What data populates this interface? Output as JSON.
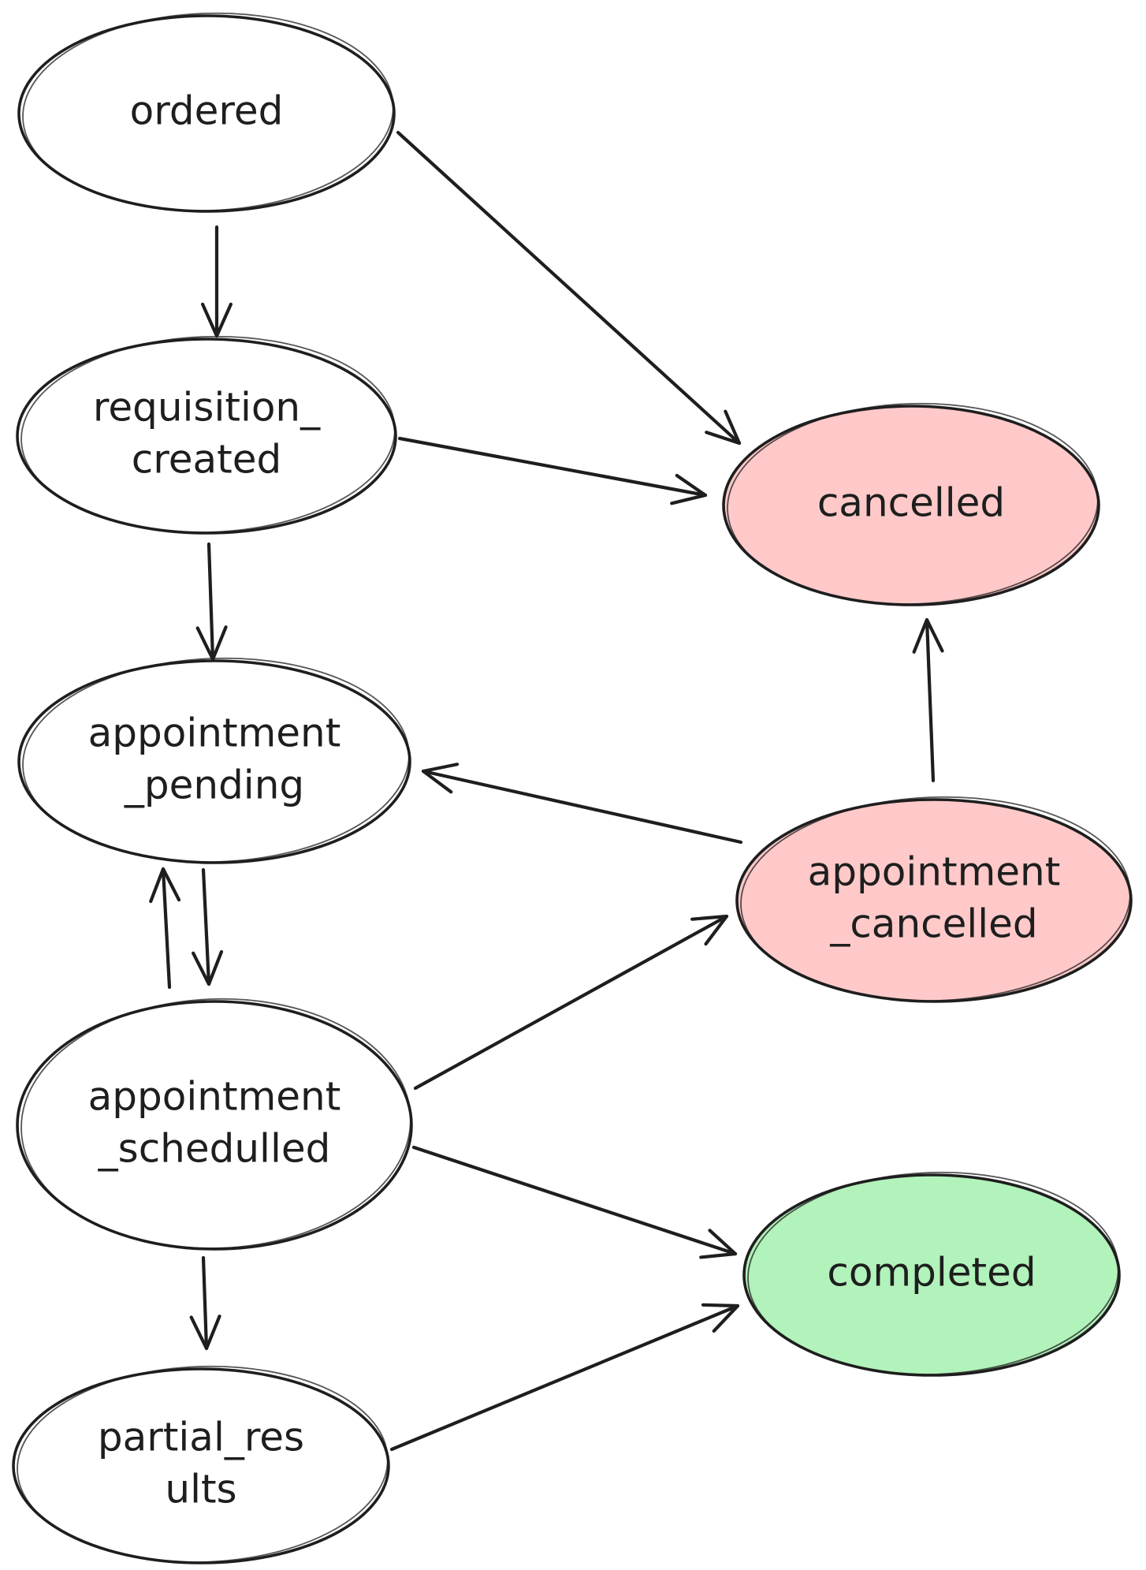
{
  "colors": {
    "stroke": "#1e1e1e",
    "default_fill": "#ffffff",
    "cancelled_fill": "#ffc9c9",
    "completed_fill": "#b2f2bb"
  },
  "nodes": [
    {
      "id": "ordered",
      "lines": [
        "ordered"
      ],
      "fill": "#ffffff"
    },
    {
      "id": "requisition_created",
      "lines": [
        "requisition_",
        "created"
      ],
      "fill": "#ffffff"
    },
    {
      "id": "appointment_pending",
      "lines": [
        "appointment",
        "_pending"
      ],
      "fill": "#ffffff"
    },
    {
      "id": "appointment_schedulled",
      "lines": [
        "appointment",
        "_schedulled"
      ],
      "fill": "#ffffff"
    },
    {
      "id": "partial_results",
      "lines": [
        "partial_res",
        "ults"
      ],
      "fill": "#ffffff"
    },
    {
      "id": "cancelled",
      "lines": [
        "cancelled"
      ],
      "fill": "#ffc9c9"
    },
    {
      "id": "appointment_cancelled",
      "lines": [
        "appointment",
        "_cancelled"
      ],
      "fill": "#ffc9c9"
    },
    {
      "id": "completed",
      "lines": [
        "completed"
      ],
      "fill": "#b2f2bb"
    }
  ],
  "edges": [
    {
      "from": "ordered",
      "to": "requisition_created"
    },
    {
      "from": "ordered",
      "to": "cancelled"
    },
    {
      "from": "requisition_created",
      "to": "cancelled"
    },
    {
      "from": "requisition_created",
      "to": "appointment_pending"
    },
    {
      "from": "appointment_pending",
      "to": "appointment_schedulled"
    },
    {
      "from": "appointment_schedulled",
      "to": "appointment_pending"
    },
    {
      "from": "appointment_cancelled",
      "to": "appointment_pending"
    },
    {
      "from": "appointment_cancelled",
      "to": "cancelled"
    },
    {
      "from": "appointment_schedulled",
      "to": "appointment_cancelled"
    },
    {
      "from": "appointment_schedulled",
      "to": "completed"
    },
    {
      "from": "appointment_schedulled",
      "to": "partial_results"
    },
    {
      "from": "partial_results",
      "to": "completed"
    }
  ]
}
